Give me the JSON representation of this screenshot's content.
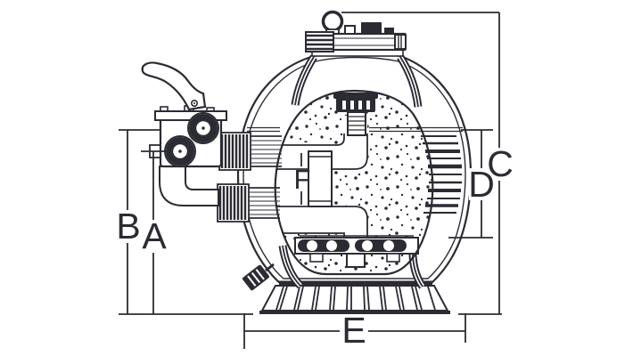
{
  "diagram": {
    "background_color": "#ffffff",
    "line_color": "#2b2b33",
    "dimension_labels": {
      "A": "A",
      "B": "B",
      "C": "C",
      "D": "D",
      "E": "E",
      "F": "F"
    }
  }
}
